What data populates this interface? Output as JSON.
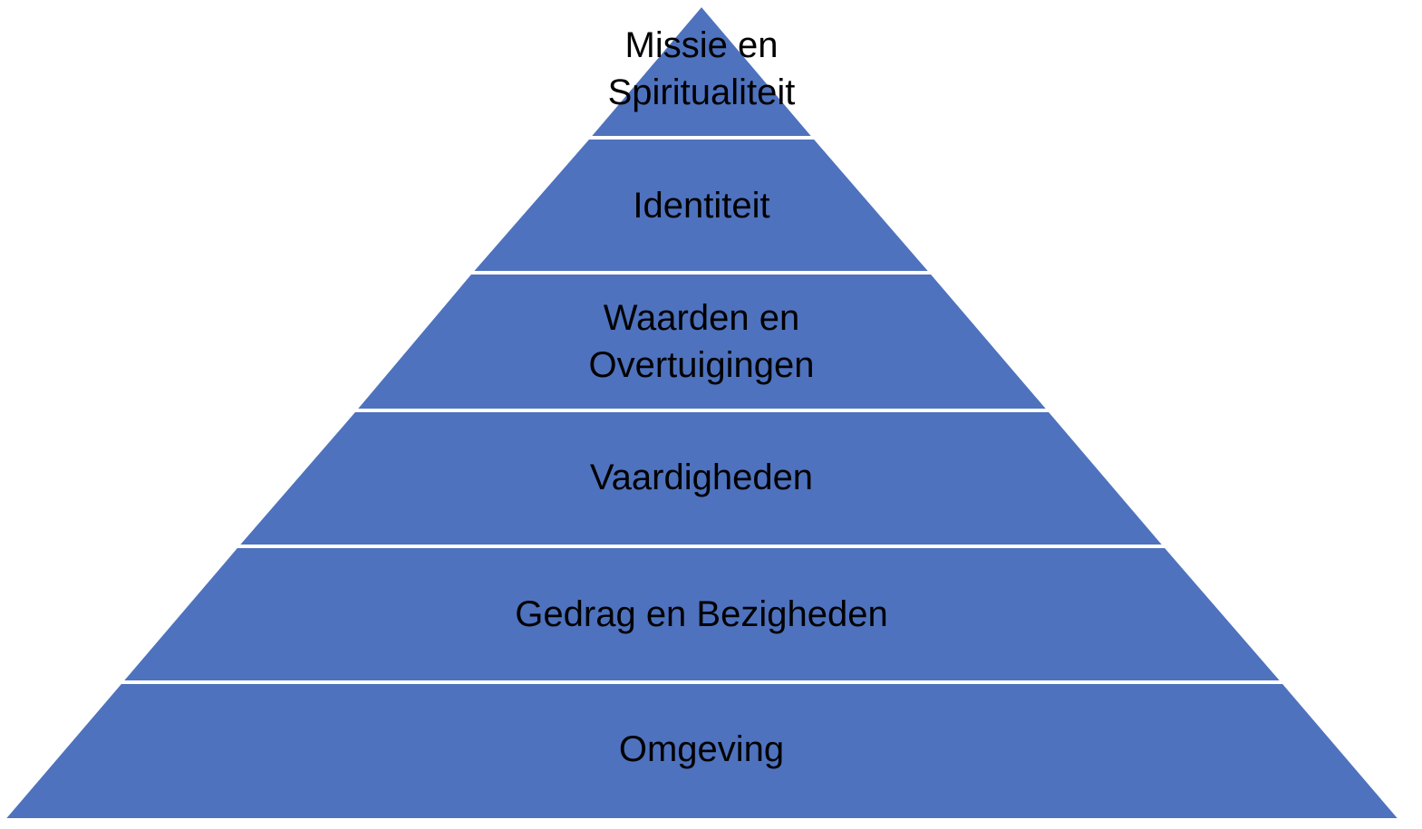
{
  "colors": {
    "background": "#ffffff",
    "layer_fill": "#4e72be",
    "separator": "#ffffff",
    "text": "#000000"
  },
  "layers": [
    {
      "lines": [
        "Missie en",
        "Spiritualiteit"
      ]
    },
    {
      "lines": [
        "Identiteit"
      ]
    },
    {
      "lines": [
        "Waarden en",
        "Overtuigingen"
      ]
    },
    {
      "lines": [
        "Vaardigheden"
      ]
    },
    {
      "lines": [
        "Gedrag en Bezigheden"
      ]
    },
    {
      "lines": [
        "Omgeving"
      ]
    }
  ]
}
